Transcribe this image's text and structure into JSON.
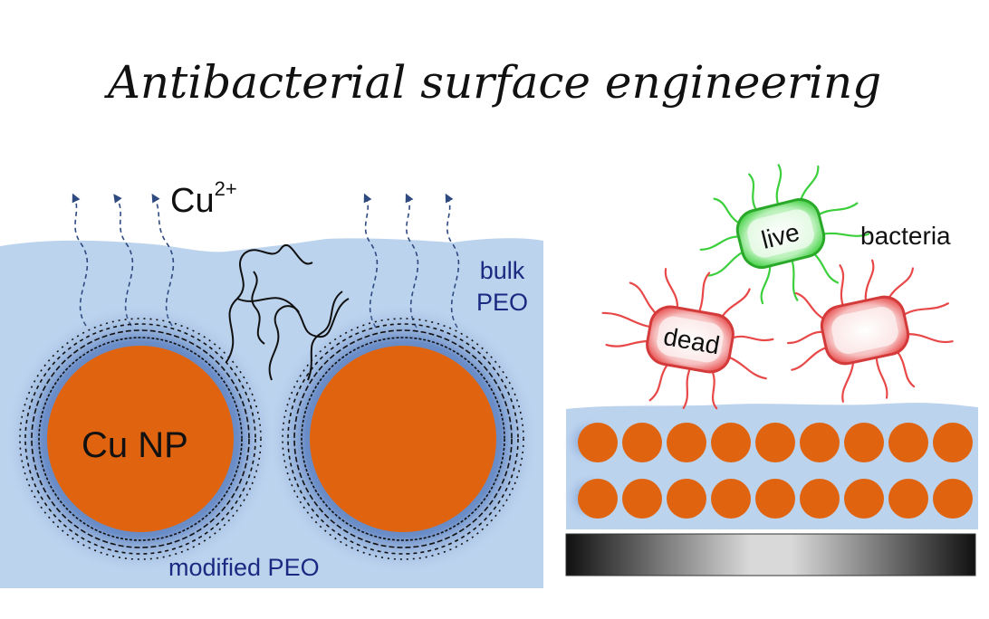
{
  "title": "Antibacterial surface engineering",
  "labels": {
    "ion_base": "Cu",
    "ion_charge": "2+",
    "bulk_peo_line1": "bulk",
    "bulk_peo_line2": "PEO",
    "modified_peo": "modified PEO",
    "cu_np": "Cu NP",
    "bacteria": "bacteria",
    "live": "live",
    "dead": "dead"
  },
  "colors": {
    "matrix": "#bcd3ee",
    "glow": "#20479a",
    "particle": "#e0640f",
    "text_blue": "#1a2a80",
    "live_bacterium": "#3ccf3c",
    "dead_bacterium": "#e84848"
  }
}
